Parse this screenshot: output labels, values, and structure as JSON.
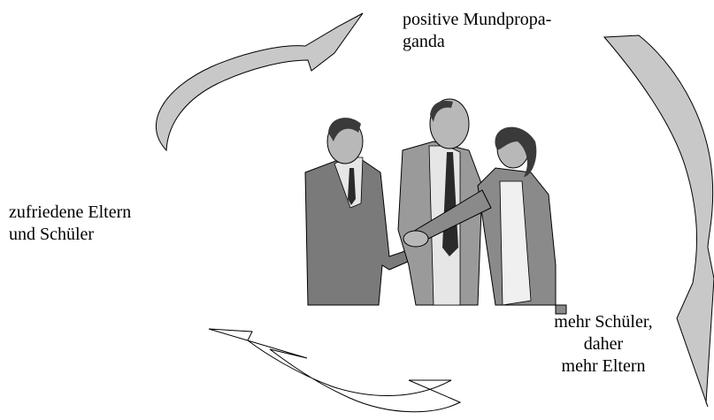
{
  "labels": {
    "top_right": [
      "positive Mundpropa-",
      "ganda"
    ],
    "left": [
      "zufriedene Eltern",
      "und Schüler"
    ],
    "bottom_right": [
      "mehr Schüler,",
      "daher",
      "mehr Eltern"
    ]
  },
  "colors": {
    "arrow_fill": "#c8c8c8",
    "arrow_stroke": "#000000",
    "suit_dark": "#7a7a7a",
    "suit_mid": "#9a9a9a",
    "skin": "#b8b8b8",
    "hair": "#3a3a3a",
    "shirt": "#e6e6e6",
    "tie": "#2a2a2a"
  },
  "icons": [
    "curved-arrow-icon",
    "handshake-people-clipart-icon"
  ]
}
